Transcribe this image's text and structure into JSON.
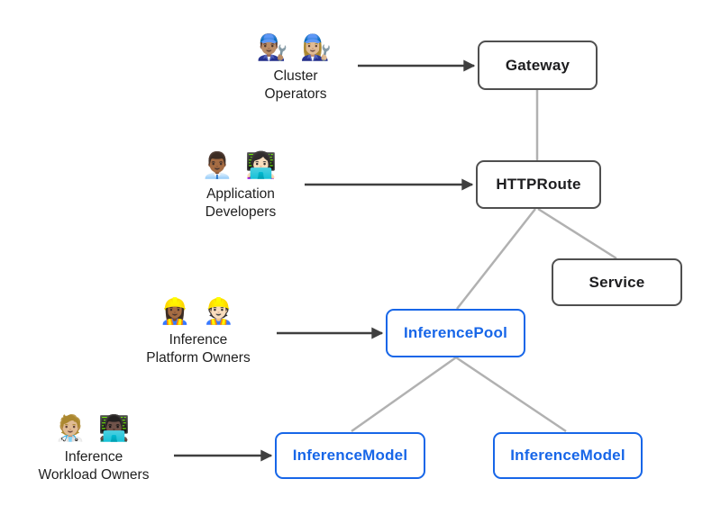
{
  "colors": {
    "blue_accent": "#1766e8",
    "dark_box_border": "#4f4f4f",
    "dark_box_text": "#1d1d1f",
    "connector_gray": "#b1b1b1",
    "arrow_dark": "#3f3f3f",
    "background": "#ffffff"
  },
  "nodes": {
    "gateway": {
      "label": "Gateway",
      "style": "dark"
    },
    "httproute": {
      "label": "HTTPRoute",
      "style": "dark"
    },
    "service": {
      "label": "Service",
      "style": "dark"
    },
    "inferencepool": {
      "label": "InferencePool",
      "style": "blue"
    },
    "inferencemodel_1": {
      "label": "InferenceModel",
      "style": "blue"
    },
    "inferencemodel_2": {
      "label": "InferenceModel",
      "style": "blue"
    }
  },
  "actors": {
    "cluster_operators": {
      "emoji": "👨🏽‍🔧 👩🏼‍🔧",
      "emoji_name": "man-mechanic-and-woman-mechanic-emoji",
      "label": "Cluster\nOperators",
      "points_to": "Gateway"
    },
    "application_developers": {
      "emoji": "👨🏾‍💼 👩🏻‍💻",
      "emoji_name": "man-office-worker-and-woman-technologist-emoji",
      "label": "Application\nDevelopers",
      "points_to": "HTTPRoute"
    },
    "inference_platform_owners": {
      "emoji": "👷🏾‍♀️ 👷🏻",
      "emoji_name": "woman-and-man-construction-worker-emoji",
      "label": "Inference\nPlatform Owners",
      "points_to": "InferencePool"
    },
    "inference_workload_owners": {
      "emoji": "🧑🏼‍⚕️ 👨🏿‍💻",
      "emoji_name": "health-worker-and-man-technologist-emoji",
      "label": "Inference\nWorkload Owners",
      "points_to": "InferenceModel"
    }
  },
  "edges": [
    {
      "from": "Cluster Operators",
      "to": "Gateway",
      "type": "arrow"
    },
    {
      "from": "Application Developers",
      "to": "HTTPRoute",
      "type": "arrow"
    },
    {
      "from": "Inference Platform Owners",
      "to": "InferencePool",
      "type": "arrow"
    },
    {
      "from": "Inference Workload Owners",
      "to": "InferenceModel",
      "type": "arrow"
    },
    {
      "from": "Gateway",
      "to": "HTTPRoute",
      "type": "line"
    },
    {
      "from": "HTTPRoute",
      "to": "Service",
      "type": "line"
    },
    {
      "from": "HTTPRoute",
      "to": "InferencePool",
      "type": "line"
    },
    {
      "from": "InferencePool",
      "to": "InferenceModel (left)",
      "type": "line"
    },
    {
      "from": "InferencePool",
      "to": "InferenceModel (right)",
      "type": "line"
    }
  ]
}
